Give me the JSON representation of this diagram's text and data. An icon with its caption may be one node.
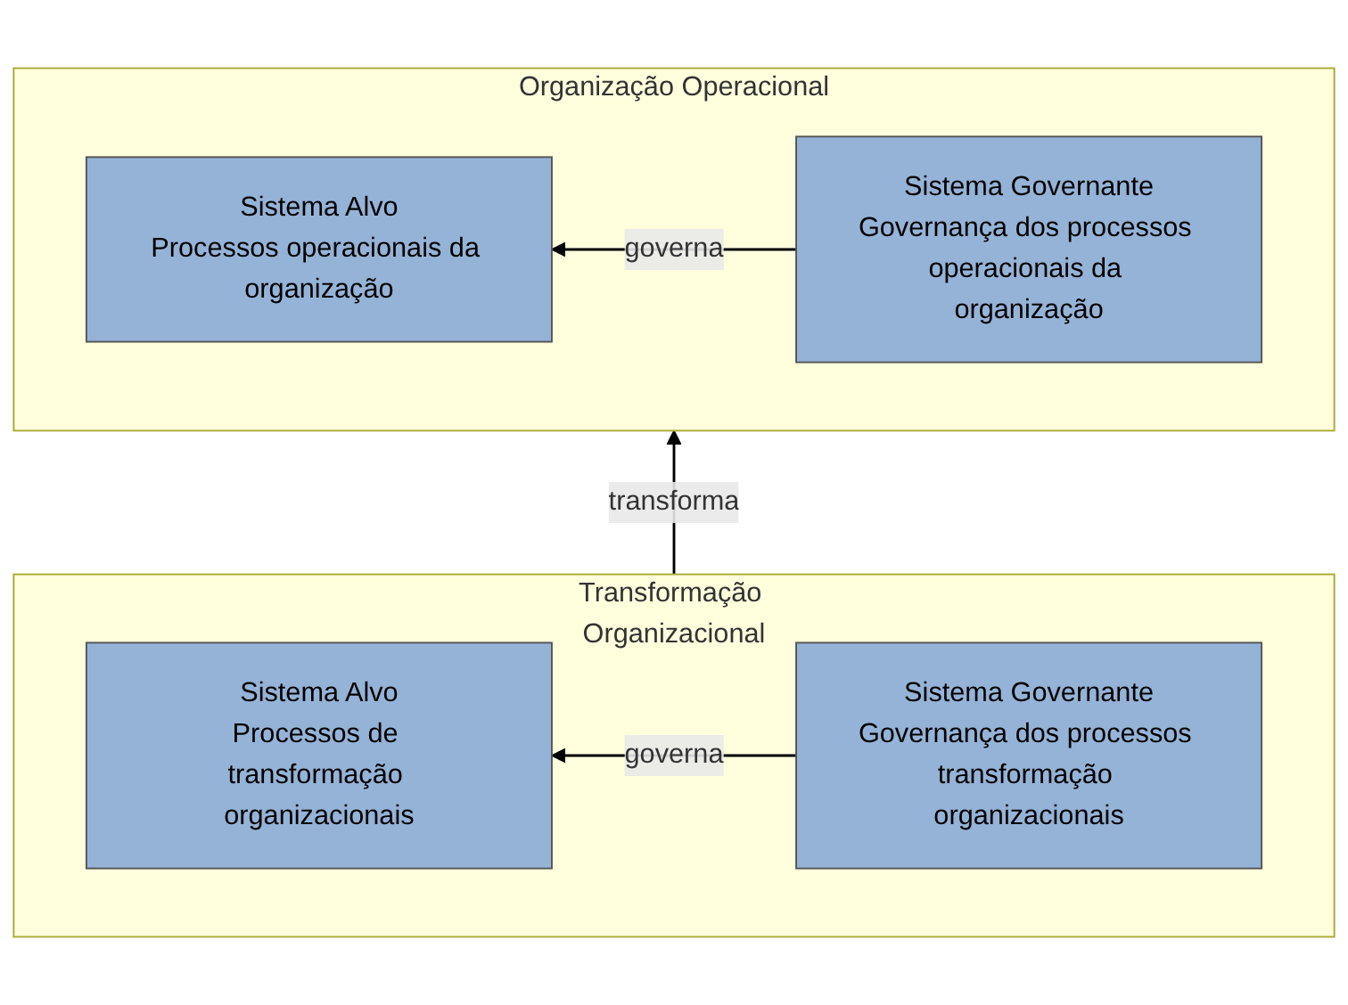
{
  "diagram": {
    "nodes": [
      {
        "text": [
          "Organização Operacional"
        ]
      },
      {
        "text": [
          "Sistema Alvo",
          "Processos operacionais da organização"
        ],
        "in": 0
      },
      {
        "text": [
          "Sistema Governante",
          "Governança dos processos operacionais da organização"
        ],
        "in": 0
      },
      {
        "text": [
          "Transformação Organizacional"
        ]
      },
      {
        "text": [
          "Sistema Alvo",
          "Processos de transformação organizacionais"
        ],
        "in": 3
      },
      {
        "text": [
          "Sistema Governante",
          "Governança dos processos transformação organizacionais"
        ],
        "in": 3
      }
    ],
    "edges": [
      {
        "from": 2,
        "to": 1,
        "label": "governa",
        "arrow": "to"
      },
      {
        "from": 3,
        "to": 0,
        "label": "transforma",
        "arrow": "to"
      },
      {
        "from": 5,
        "to": 4,
        "label": "governa",
        "arrow": "to"
      }
    ]
  }
}
